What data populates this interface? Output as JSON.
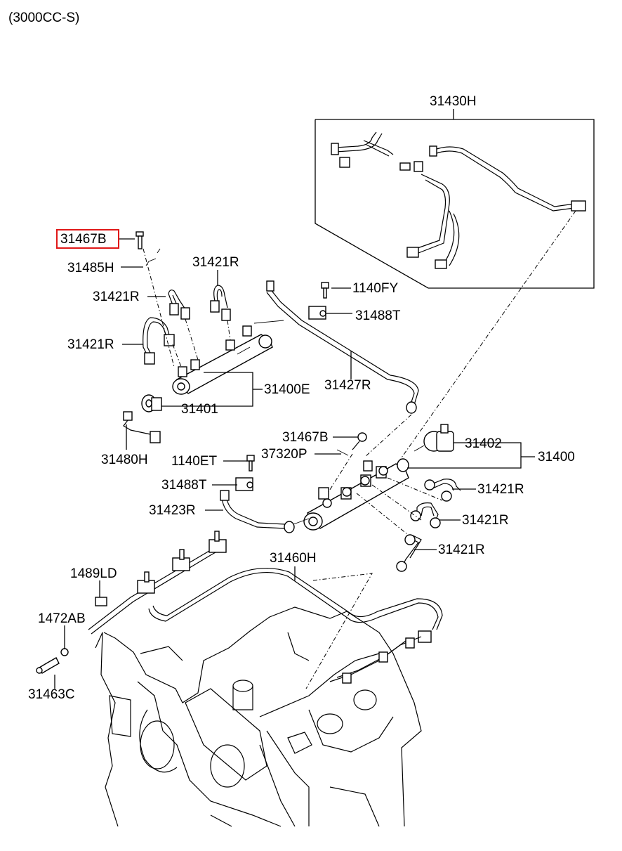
{
  "diagram": {
    "header": "(3000CC-S)",
    "highlighted_part": "31467B",
    "labels": {
      "p31430H": "31430H",
      "p31467B_top": "31467B",
      "p31485H": "31485H",
      "p31421R_a": "31421R",
      "p31421R_b": "31421R",
      "p31421R_c": "31421R",
      "p1140FY": "1140FY",
      "p31488T_top": "31488T",
      "p31400E": "31400E",
      "p31427R": "31427R",
      "p31401": "31401",
      "p31480H": "31480H",
      "p31467B_mid": "31467B",
      "p1140ET": "1140ET",
      "p37320P": "37320P",
      "p31402": "31402",
      "p31400": "31400",
      "p31488T_mid": "31488T",
      "p31421R_d": "31421R",
      "p31423R": "31423R",
      "p31421R_e": "31421R",
      "p31421R_f": "31421R",
      "p31460H": "31460H",
      "p1489LD": "1489LD",
      "p1472AB": "1472AB",
      "p31463C": "31463C"
    }
  }
}
